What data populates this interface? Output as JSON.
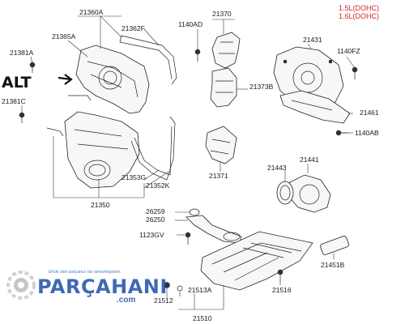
{
  "versions": [
    "1.5L(DOHC)",
    "1.6L(DOHC)"
  ],
  "annotation": "ALT",
  "logo": {
    "name": "PARÇAHANI",
    "domain": ".com",
    "slogan": "Eksik olan parçanızı biz tamamlayalım."
  },
  "labels": {
    "p21360A": "21360A",
    "p21362F": "21362F",
    "p21365A": "21365A",
    "p21381A": "21381A",
    "p21381C": "21381C",
    "p21350": "21350",
    "p21353G": "21353G",
    "p21352K": "21352K",
    "p1140AD": "1140AD",
    "p21370": "21370",
    "p21373B": "21373B",
    "p21371": "21371",
    "p21431": "21431",
    "p1140FZ": "1140FZ",
    "p21461": "21461",
    "p1140AB": "1140AB",
    "p21441": "21441",
    "p21443": "21443",
    "p26259": "26259",
    "p26250": "26250",
    "p1123GV": "1123GV",
    "p21451B": "21451B",
    "p21516": "21516",
    "p21513A": "21513A",
    "p21512": "21512",
    "p21510": "21510"
  }
}
